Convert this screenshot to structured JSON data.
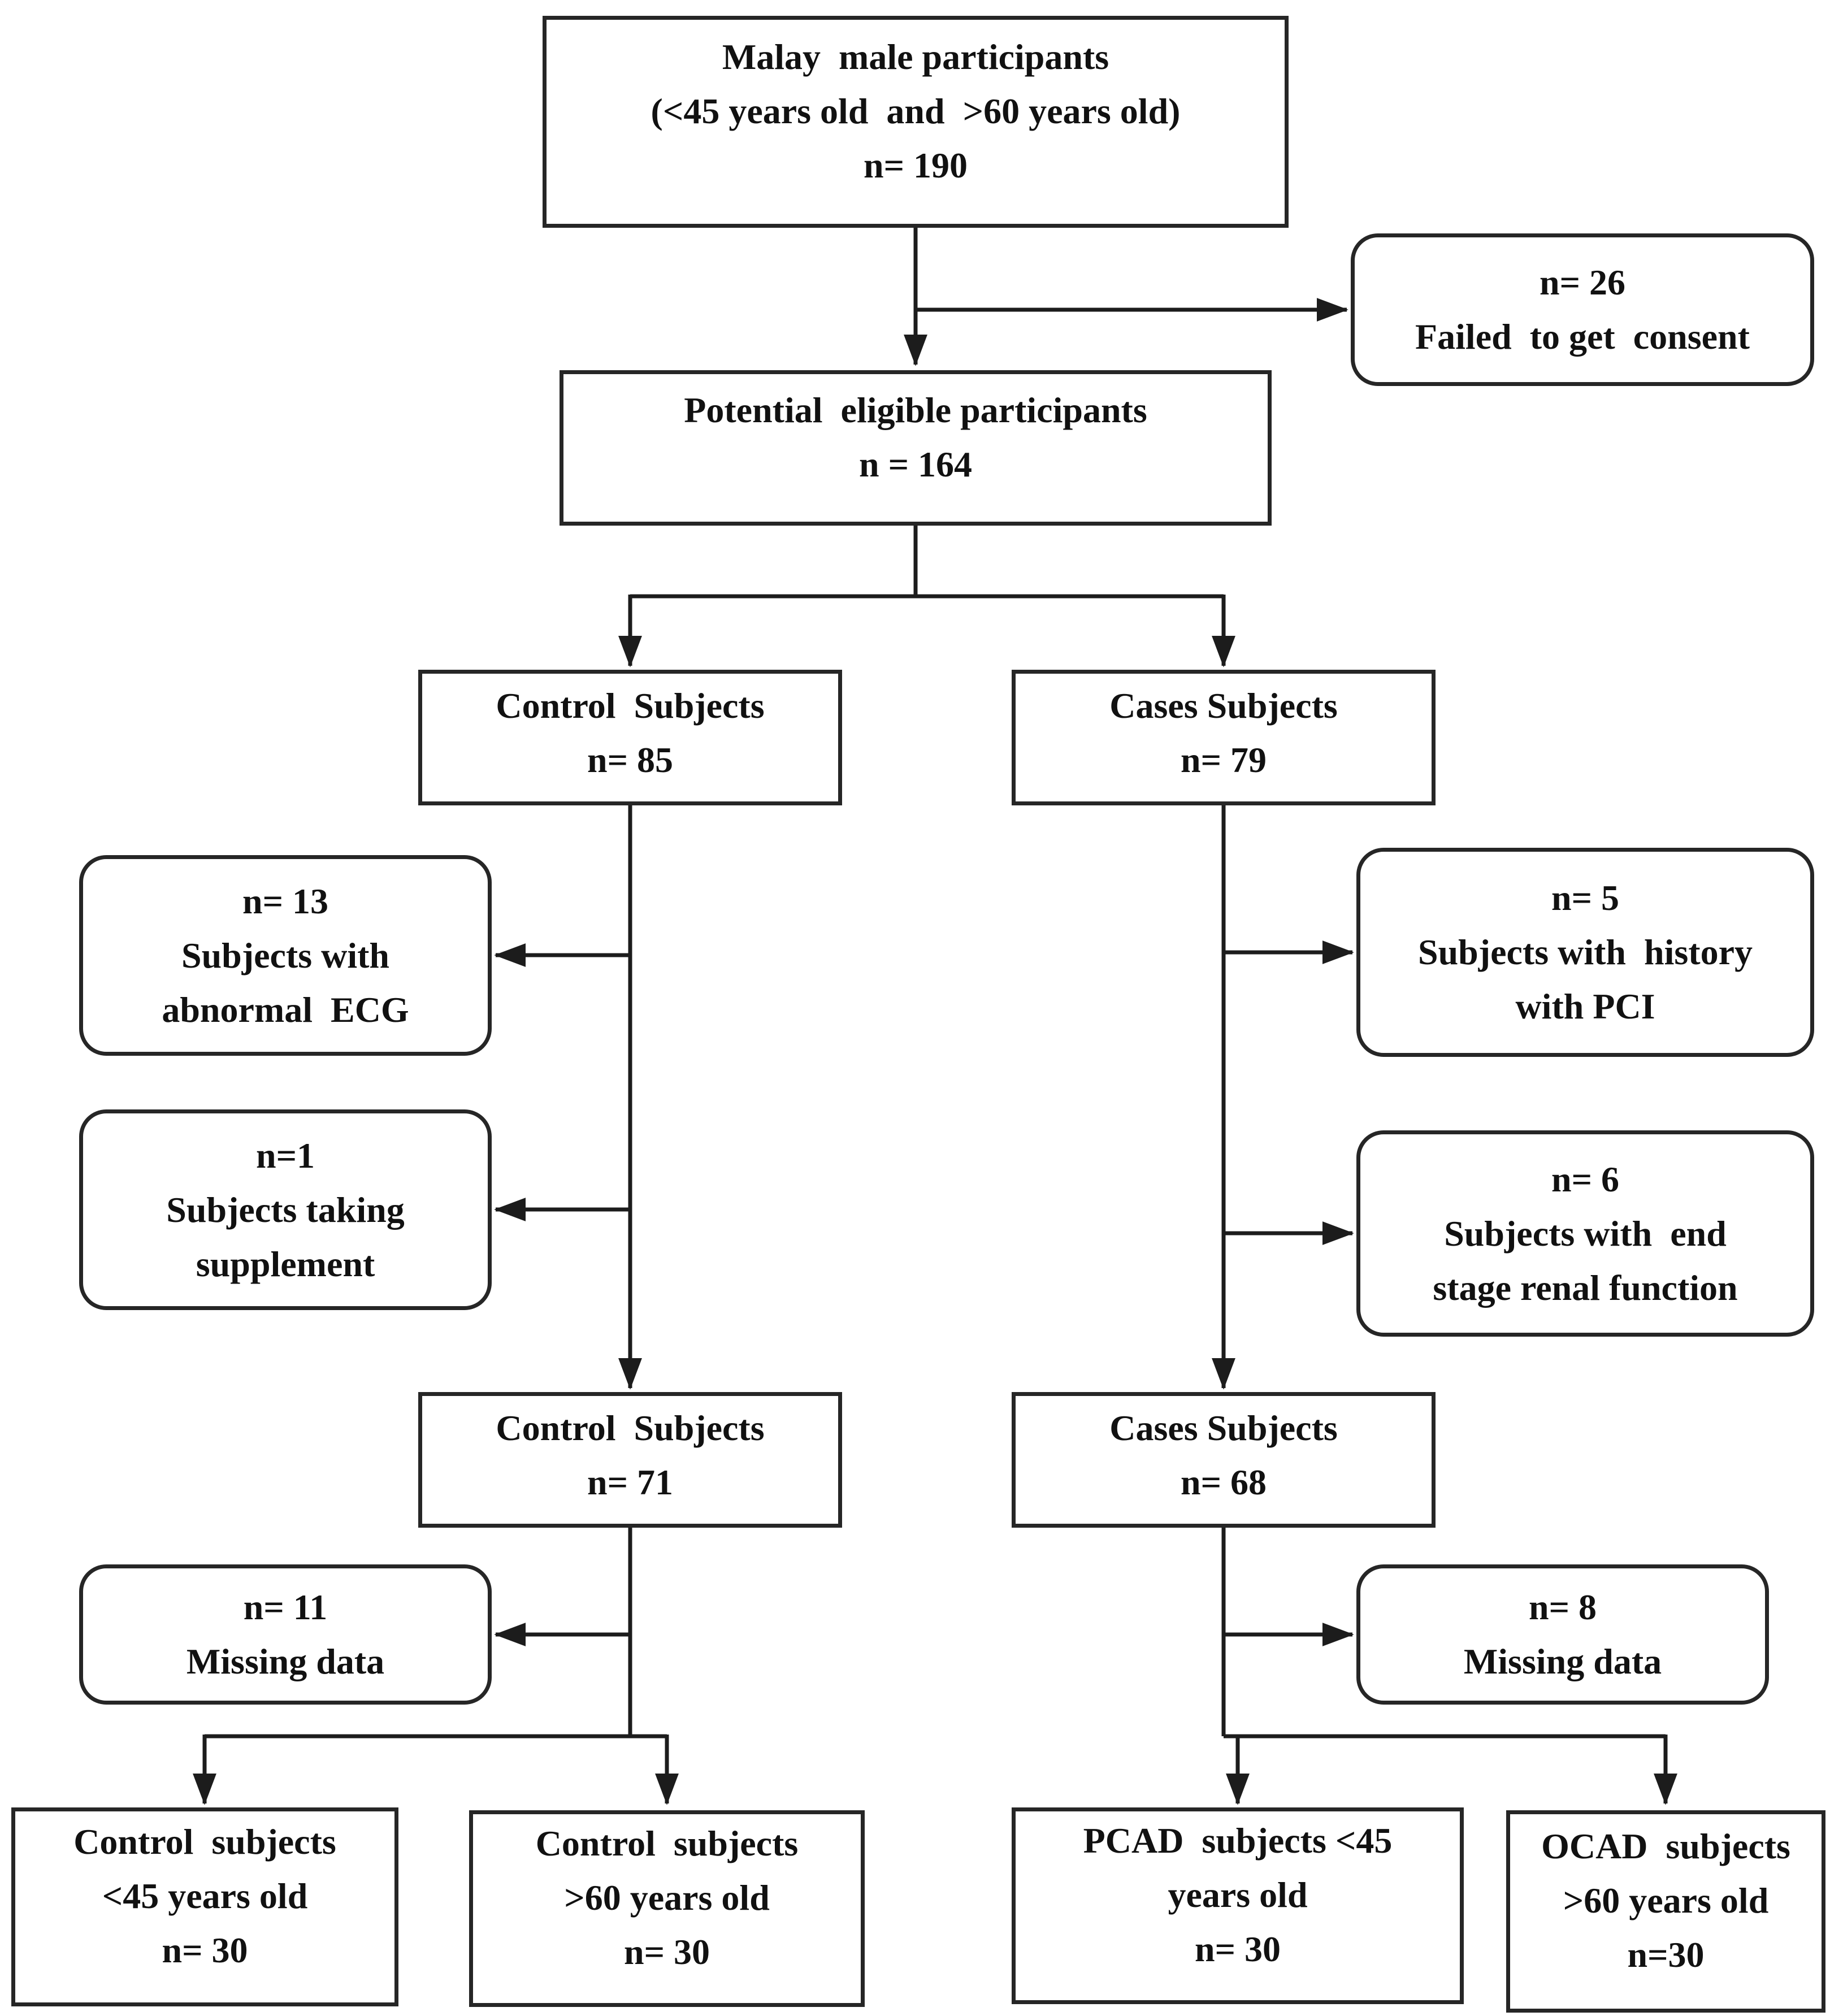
{
  "colors": {
    "background": "#ffffff",
    "box_border": "#262626",
    "connector": "#1c1c1c",
    "text": "#111111"
  },
  "boxes": {
    "malay_participants": {
      "lines": [
        "Malay  male participants",
        "(<45 years old  and  >60 years old)",
        "n= 190"
      ]
    },
    "failed_consent": {
      "lines": [
        "n= 26",
        "Failed  to get  consent"
      ]
    },
    "eligible": {
      "lines": [
        "Potential  eligible participants",
        "n = 164"
      ]
    },
    "control_85": {
      "lines": [
        "Control  Subjects",
        "n= 85"
      ]
    },
    "cases_79": {
      "lines": [
        "Cases Subjects",
        "n= 79"
      ]
    },
    "abnormal_ecg": {
      "lines": [
        "n= 13",
        "Subjects with",
        "abnormal  ECG"
      ]
    },
    "supplement": {
      "lines": [
        "n=1",
        "Subjects taking",
        "supplement"
      ]
    },
    "pci": {
      "lines": [
        "n= 5",
        "Subjects with  history",
        "with PCI"
      ]
    },
    "renal": {
      "lines": [
        "n= 6",
        "Subjects with  end",
        "stage renal function"
      ]
    },
    "control_71": {
      "lines": [
        "Control  Subjects",
        "n= 71"
      ]
    },
    "cases_68": {
      "lines": [
        "Cases Subjects",
        "n= 68"
      ]
    },
    "missing_11": {
      "lines": [
        "n= 11",
        "Missing data"
      ]
    },
    "missing_8": {
      "lines": [
        "n= 8",
        "Missing data"
      ]
    },
    "control_under45": {
      "lines": [
        "Control  subjects",
        "<45 years old",
        "n= 30"
      ]
    },
    "control_over60": {
      "lines": [
        "Control  subjects",
        ">60 years old",
        "n= 30"
      ]
    },
    "pcad": {
      "lines": [
        "PCAD  subjects <45",
        "years old",
        "n= 30"
      ]
    },
    "ocad": {
      "lines": [
        "OCAD  subjects",
        ">60 years old",
        "n=30"
      ]
    }
  }
}
